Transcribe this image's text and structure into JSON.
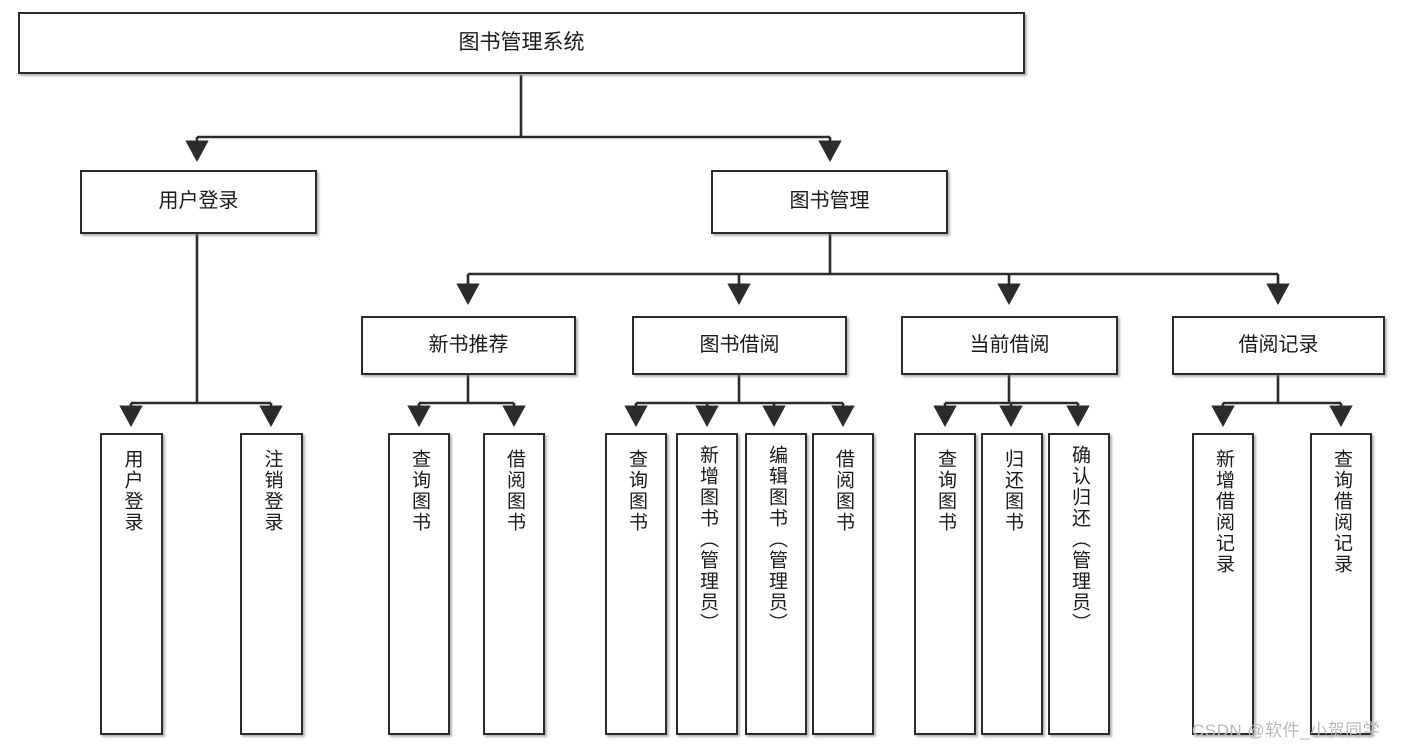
{
  "diagram": {
    "title_node": {
      "id": "root",
      "label": "图书管理系统"
    },
    "level2": [
      {
        "id": "user-login",
        "label": "用户登录"
      },
      {
        "id": "book-manage",
        "label": "图书管理"
      }
    ],
    "level3": [
      {
        "id": "new-book-rec",
        "label": "新书推荐"
      },
      {
        "id": "book-borrow",
        "label": "图书借阅"
      },
      {
        "id": "current-borrow",
        "label": "当前借阅"
      },
      {
        "id": "borrow-record",
        "label": "借阅记录"
      }
    ],
    "leaves": [
      {
        "id": "leaf-user-login",
        "label": "用户登录",
        "parent": "用户登录"
      },
      {
        "id": "leaf-logout",
        "label": "注销登录",
        "parent": "用户登录"
      },
      {
        "id": "leaf-query-book-1",
        "label": "查询图书",
        "parent": "新书推荐"
      },
      {
        "id": "leaf-borrow-book-1",
        "label": "借阅图书",
        "parent": "新书推荐"
      },
      {
        "id": "leaf-query-book-2",
        "label": "查询图书",
        "parent": "图书借阅"
      },
      {
        "id": "leaf-add-book",
        "label": "新增图书（管理员）",
        "parent": "图书借阅"
      },
      {
        "id": "leaf-edit-book",
        "label": "编辑图书（管理员）",
        "parent": "图书借阅"
      },
      {
        "id": "leaf-borrow-book-2",
        "label": "借阅图书",
        "parent": "图书借阅"
      },
      {
        "id": "leaf-query-book-3",
        "label": "查询图书",
        "parent": "当前借阅"
      },
      {
        "id": "leaf-return-book",
        "label": "归还图书",
        "parent": "当前借阅"
      },
      {
        "id": "leaf-confirm-return",
        "label": "确认归还（管理员）",
        "parent": "当前借阅"
      },
      {
        "id": "leaf-add-record",
        "label": "新增借阅记录",
        "parent": "借阅记录"
      },
      {
        "id": "leaf-query-record",
        "label": "查询借阅记录",
        "parent": "借阅记录"
      }
    ]
  },
  "watermark": {
    "text": "CSDN @软件_小贺同学"
  },
  "colors": {
    "box_border": "#2b2b2b",
    "box_fill": "#ffffff",
    "connector": "#2b2b2b",
    "text": "#1a1a1a",
    "watermark": "#b9b9b9"
  }
}
